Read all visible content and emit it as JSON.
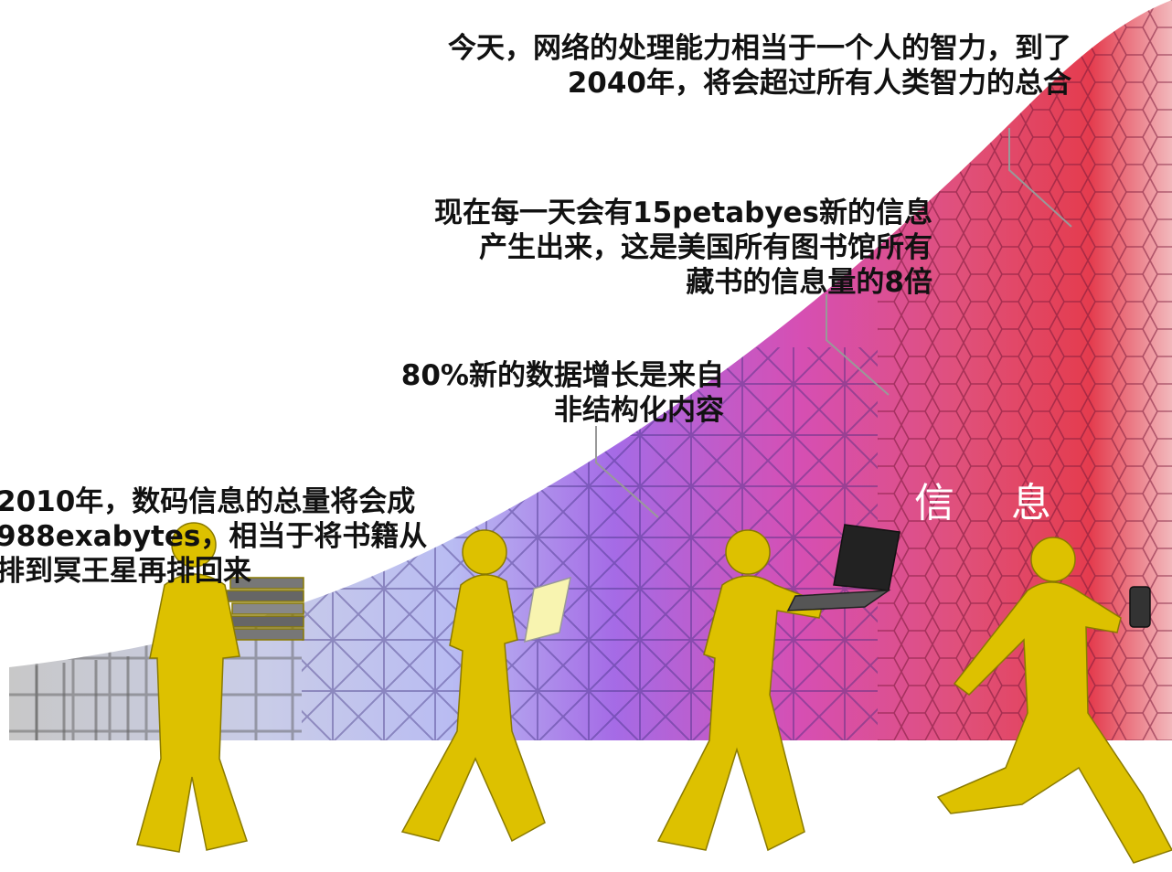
{
  "captions": {
    "top": [
      "今天，网络的处理能力相当于一个人的智力，到了",
      "2040年，将会超过所有人类智力的总合"
    ],
    "middle": [
      "现在每一天会有15petabyes新的信息",
      "产生出来，这是美国所有图书馆所有",
      "藏书的信息量的8倍"
    ],
    "unstructured": [
      "80%新的数据增长是来自",
      "非结构化内容"
    ],
    "year_2010": [
      "2010年，数码信息的总量将会成",
      "988exabytes，相当于将书籍从",
      "排到冥王星再排回来"
    ]
  },
  "info_label": "信息",
  "colors": {
    "gray": "#c8c8c8",
    "lavender": "#b9bcf2",
    "purple": "#a56be6",
    "magenta": "#d64fb3",
    "red": "#e43c4e",
    "figure": "#ddc100"
  },
  "figures": [
    "person-with-books",
    "person-with-tablet",
    "person-with-laptop",
    "person-with-phone"
  ]
}
